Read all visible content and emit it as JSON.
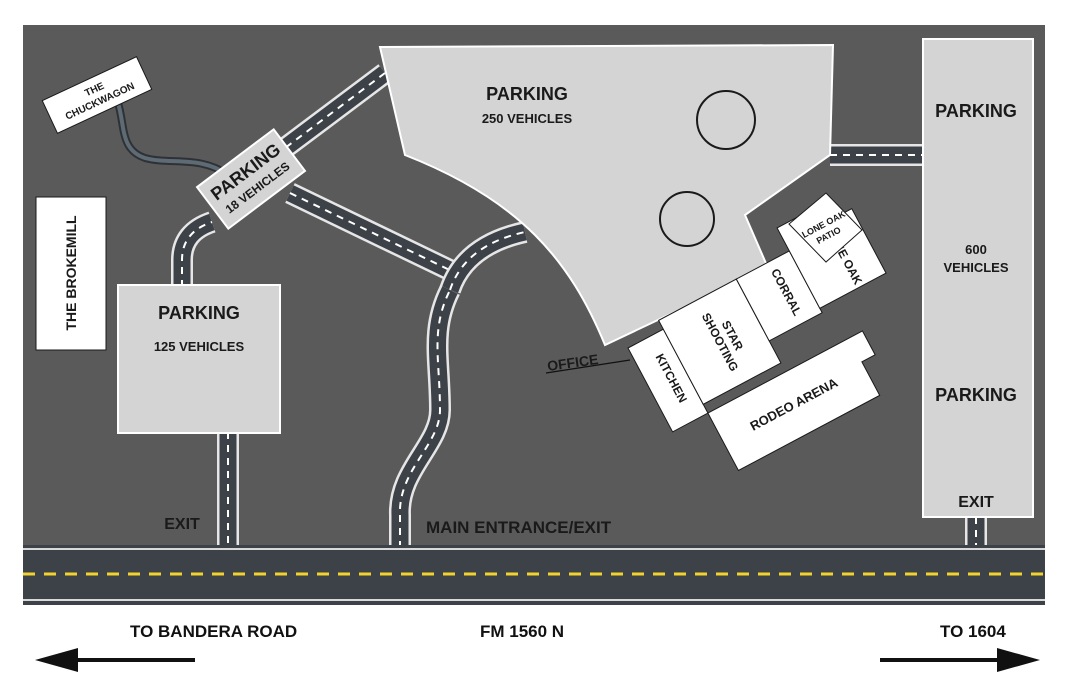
{
  "colors": {
    "ground": "#5a5a5a",
    "road": "#3d4148",
    "road_edge": "#e6e6e6",
    "lane_dash": "#ffffff",
    "center_line": "#f2d22e",
    "parking_fill": "#d4d4d4",
    "building_fill": "#ffffff"
  },
  "parking": {
    "chuckwagon_lot_title": "PARKING",
    "chuckwagon_lot_capacity": "18 VEHICLES",
    "west_lot_title": "PARKING",
    "west_lot_capacity": "125 VEHICLES",
    "central_lot_title": "PARKING",
    "central_lot_capacity": "250 VEHICLES",
    "east_lot_title_top": "PARKING",
    "east_lot_capacity_line1": "600",
    "east_lot_capacity_line2": "VEHICLES",
    "east_lot_title_bottom": "PARKING"
  },
  "buildings": {
    "chuckwagon_line1": "THE",
    "chuckwagon_line2": "CHUCKWAGON",
    "brokemill": "THE BROKEMILL",
    "lone_oak_patio_line1": "LONE OAK",
    "lone_oak_patio_line2": "PATIO",
    "lone_oak": "LONE OAK",
    "corral": "CORRAL",
    "shooting_star_line1": "SHOOTING",
    "shooting_star_line2": "STAR",
    "kitchen": "KITCHEN",
    "rodeo_arena": "RODEO ARENA",
    "office": "OFFICE"
  },
  "labels": {
    "exit_west": "EXIT",
    "main_entrance": "MAIN ENTRANCE/EXIT",
    "exit_east": "EXIT",
    "to_bandera": "TO BANDERA ROAD",
    "highway": "FM 1560 N",
    "to_1604": "TO 1604"
  },
  "icons": {
    "left_arrow": "arrow-left-icon",
    "right_arrow": "arrow-right-icon"
  }
}
